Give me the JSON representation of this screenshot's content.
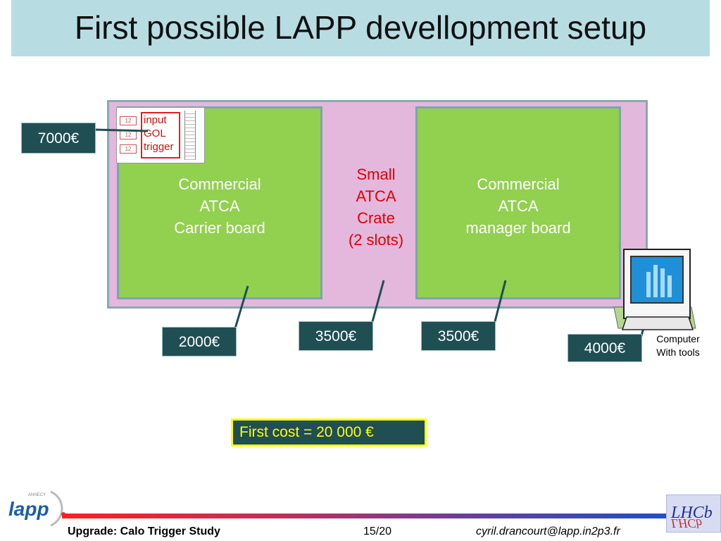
{
  "title": "First possible LAPP devellopment setup",
  "carrier_board": {
    "line1": "Commercial",
    "line2": "ATCA",
    "line3": "Carrier board"
  },
  "manager_board": {
    "line1": "Commercial",
    "line2": "ATCA",
    "line3": "manager board"
  },
  "crate_label": {
    "line1": "Small",
    "line2": "ATCA",
    "line3": "Crate",
    "line4": "(2 slots)"
  },
  "chip": {
    "line1": "input",
    "line2": "GOL",
    "line3": "trigger",
    "tab_label": "12"
  },
  "prices": {
    "mezzanine": "7000€",
    "carrier": "2000€",
    "crate": "3500€",
    "manager": "3500€",
    "computer": "4000€"
  },
  "computer": {
    "line1": "Computer",
    "line2": "With  tools"
  },
  "total_cost": "First cost  =  20 000 €",
  "footer": {
    "left": "Upgrade: Calo Trigger Study",
    "page": "15/20",
    "right": "cyril.drancourt@lapp.in2p3.fr"
  },
  "logos": {
    "lapp": "lapp",
    "lapp_small": "ANNECY",
    "lhcb": "LHCb"
  },
  "colors": {
    "title_bg": "#b7dde3",
    "crate": "#e4b7dd",
    "board": "#92d050",
    "price_bg": "#1f4e53",
    "crate_text": "#e00000",
    "cost_text": "#ffff00"
  }
}
